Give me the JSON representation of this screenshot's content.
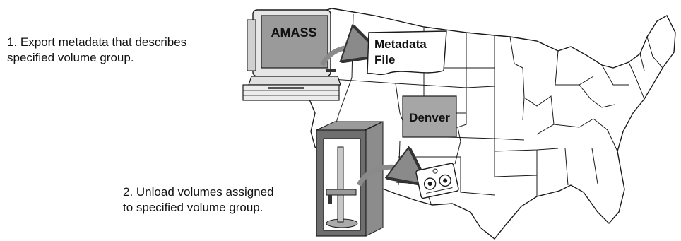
{
  "steps": [
    {
      "line1": "1. Export metadata that describes",
      "line2": "specified volume group."
    },
    {
      "line1": "2. Unload volumes assigned",
      "line2": "to specified volume group."
    }
  ],
  "labels": {
    "computer_screen": "AMASS",
    "metadata_line1": "Metadata",
    "metadata_line2": "File",
    "highlighted_state": "Denver"
  },
  "colors": {
    "background": "#ffffff",
    "line": "#1a1a1a",
    "computer_screen": "#9a9a9a",
    "highlighted_state": "#a6a6a6",
    "arrow": "#8a8a8a",
    "library_cabinet": "#6e6e6e"
  },
  "icons": [
    "computer-icon",
    "metadata-file-icon",
    "tape-library-icon",
    "tape-cartridge-icon",
    "curved-arrow-icon"
  ]
}
